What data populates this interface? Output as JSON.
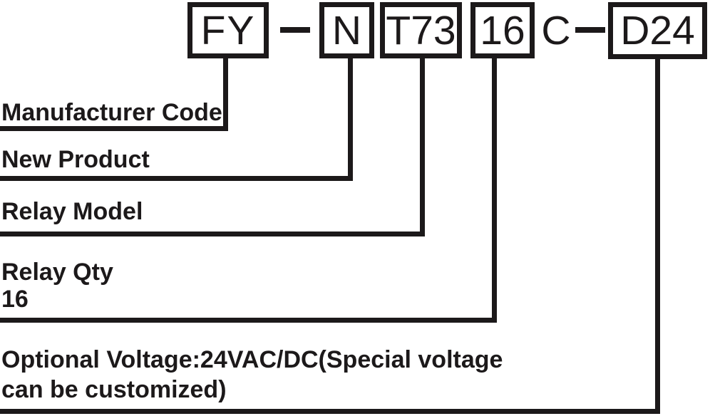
{
  "diagram": {
    "segments": [
      {
        "text": "FY"
      },
      {
        "text": "-"
      },
      {
        "text": "N"
      },
      {
        "text": "T73"
      },
      {
        "text": "16"
      },
      {
        "text": "C"
      },
      {
        "text": "-"
      },
      {
        "text": "D24"
      }
    ],
    "labels": [
      {
        "lines": [
          "Manufacturer Code"
        ]
      },
      {
        "lines": [
          "New Product"
        ]
      },
      {
        "lines": [
          "Relay Model"
        ]
      },
      {
        "lines": [
          "Relay Qty",
          "16"
        ]
      },
      {
        "lines": [
          "Optional Voltage:24VAC/DC(Special voltage",
          "can be customized)"
        ]
      }
    ],
    "colors": {
      "ink": "#1c191a",
      "background": "#ffffff"
    }
  }
}
